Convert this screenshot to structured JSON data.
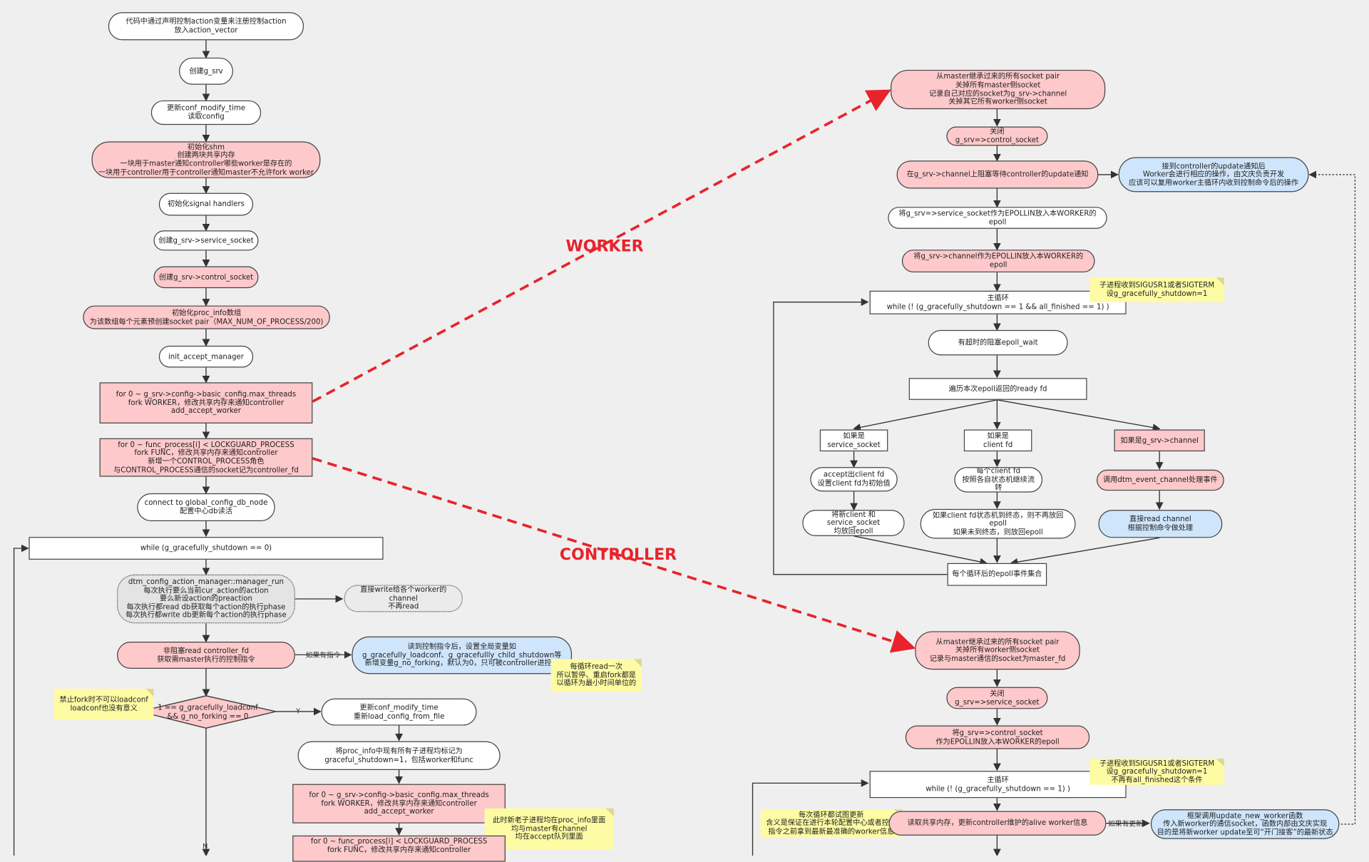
{
  "colors": {
    "pink": "#fdc9cb",
    "blue": "#cfe5fb",
    "note_yellow": "#fdfca4",
    "red_arrow": "#e8232b",
    "canvas": "#efefef"
  },
  "labels": {
    "worker": "WORKER",
    "controller": "CONTROLLER"
  },
  "left": {
    "n1": "代码中通过声明控制action变量来注册控制action\n放入action_vector",
    "n2": "创建g_srv",
    "n3": "更新conf_modify_time\n读取config",
    "n4": "初始化shm\n创建两块共享内存\n一块用于master通知controller哪些worker是存在的\n一块用于controller用于controller通知master不允许fork worker",
    "n5": "初始化signal handlers",
    "n6": "创建g_srv->service_socket",
    "n7": "创建g_srv->control_socket",
    "n8": "初始化proc_info数组\n为该数组每个元素预创建socket pair（MAX_NUM_OF_PROCESS/200)",
    "n9": "init_accept_manager",
    "n10": "for 0 ~ g_srv->config->basic_config.max_threads\nfork WORKER，修改共享内存来通知controller\nadd_accept_worker",
    "n11": "for 0 ~ func_process[i] < LOCKGUARD_PROCESS\nfork FUNC，修改共享内存来通知controller\n新增一个CONTROL_PROCESS角色\n与CONTROL_PROCESS通信的socket记为controller_fd",
    "n12": "connect to global_config_db_node\n配置中心db读活",
    "n13": "while (g_gracefully_shutdown == 0)",
    "n14": "dtm_config_action_manager::manager_run\n每次执行要么当前cur_action的action\n要么新设action的preaction\n每次执行都read db获取每个action的执行phase\n每次执行都write db更新每个action的执行phase",
    "n14b": "直接write给各个worker的channel\n不再read",
    "n15": "非阻塞read controller_fd\n获取需master执行的控制指令",
    "n15lbl": "如果有指令",
    "n16": "读到控制指令后，设置全局变量如\ng_gracefully_loadconf、g_gracefullly_child_shutdown等\n新增变量g_no_forking，默认为0，只可被controller进控改",
    "note1": "每循环read一次\n所以暂停、重启fork都是\n以循环为最小时间单位的",
    "note2": "禁止fork时不可以loadconf\nloadconf也没有意义",
    "d1": "1 == g_gracefully_loadconf\n&& g_no_forking == 0",
    "d1y": "Y",
    "d1n": "N",
    "n17": "更新conf_modify_time\n重新load_config_from_file",
    "n18": "将proc_info中现有所有子进程均标记为\ngraceful_shutdown=1，包括worker和func",
    "n19": "for 0 ~ g_srv->config->basic_config.max_threads\nfork WORKER，修改共享内存来通知controller\nadd_accept_worker",
    "note3": "此时新老子进程均在proc_info里面\n均与master有channel\n均在accept队列里面",
    "n20": "for 0 ~ func_process[i] < LOCKGUARD_PROCESS\nfork FUNC，修改共享内存来通知controller"
  },
  "worker": {
    "w1": "从master继承过来的所有socket pair\n关掉所有master侧socket\n记录自己对应的socket为g_srv->channel\n关掉其它所有worker侧socket",
    "w2": "关闭g_srv=>control_socket",
    "w3": "在g_srv->channel上阻塞等待controller的update通知",
    "w3b": "接到controller的update通知后\nWorker会进行相应的操作，由文庆负责开发\n应该可以复用worker主循环内收到控制命令后的操作",
    "w4": "将g_srv=>service_socket作为EPOLLIN放入本WORKER的epoll",
    "w5": "将g_srv->channel作为EPOLLIN放入本WORKER的epoll",
    "w6": "主循环\nwhile (! (g_gracefully_shutdown == 1 && all_finished == 1) )",
    "wnote": "子进程收到SIGUSR1或者SIGTERM\n设g_gracefully_shutdown=1",
    "w7": "有超时的阻塞epoll_wait",
    "w8": "遍历本次epoll返回的ready fd",
    "w9a": "如果是\nservice_socket",
    "w9b": "如果是\nclient fd",
    "w9c": "如果是g_srv->channel",
    "w10a": "accept出client fd\n设置client fd为初始值",
    "w10b": "每个client fd\n按照各自状态机继续流转",
    "w10c": "调用dtm_event_channel处理事件",
    "w11a": "将新client 和service_socket\n均放回epoll",
    "w11b": "如果client fd状态机到终态，则不再放回epoll\n如果未到终态，则放回epoll",
    "w11c": "直接read channel\n根据控制命令做处理",
    "w12": "每个循环后的epoll事件集合"
  },
  "controller": {
    "c1": "从master继承过来的所有socket pair\n关掉所有worker侧socket\n记录与master通信的socket为master_fd",
    "c2": "关闭g_srv=>service_socket",
    "c3": "将g_srv=>control_socket\n作为EPOLLIN放入本WORKER的epoll",
    "c4": "主循环\nwhile (! (g_gracefully_shutdown == 1) )",
    "cnote1": "子进程收到SIGUSR1或者SIGTERM\n设g_gracefully_shutdown=1\n不再有all_finished这个条件",
    "cnote2": "每次循环都试图更新\n含义是保证在进行本轮配置中心或者控制\n指令之前拿到最新最准确的worker信息",
    "c5": "读取共享内存，更新controller维护的alive worker信息",
    "c5lbl": "如果有更新",
    "c6": "框架调用update_new_worker函数\n传入新worker的通信socket，函数内部由文庆实现\n目的是将新worker update至可“开门接客”的最新状态"
  }
}
